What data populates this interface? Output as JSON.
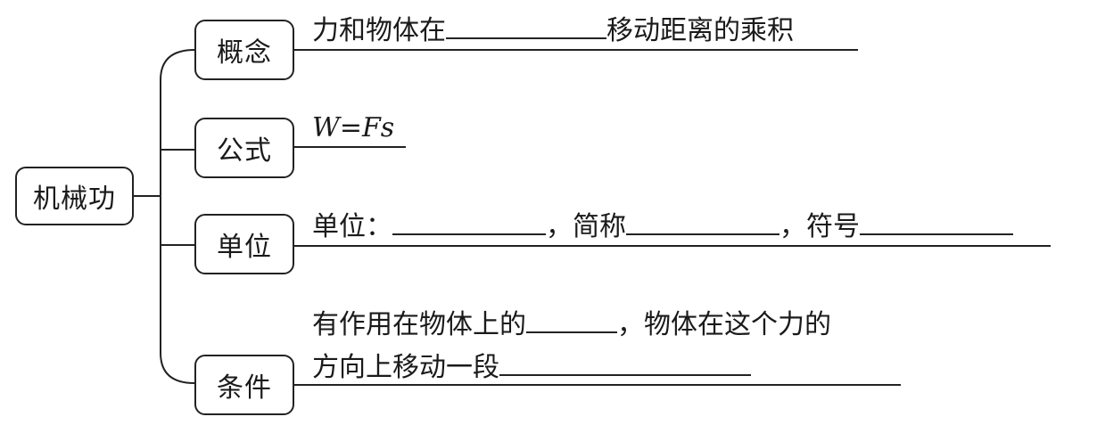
{
  "root": {
    "label": "机械功"
  },
  "branches": {
    "concept": {
      "label": "概念",
      "text_before": "力和物体在",
      "text_after": "移动距离的乘积"
    },
    "formula": {
      "label": "公式",
      "text": "W=Fs"
    },
    "unit": {
      "label": "单位",
      "prefix": "单位：",
      "abbr_label": "，简称",
      "symbol_label": "，符号"
    },
    "condition": {
      "label": "条件",
      "line1_before": "有作用在物体上的",
      "line1_after": "，物体在这个力的",
      "line2_before": "方向上移动一段"
    }
  }
}
